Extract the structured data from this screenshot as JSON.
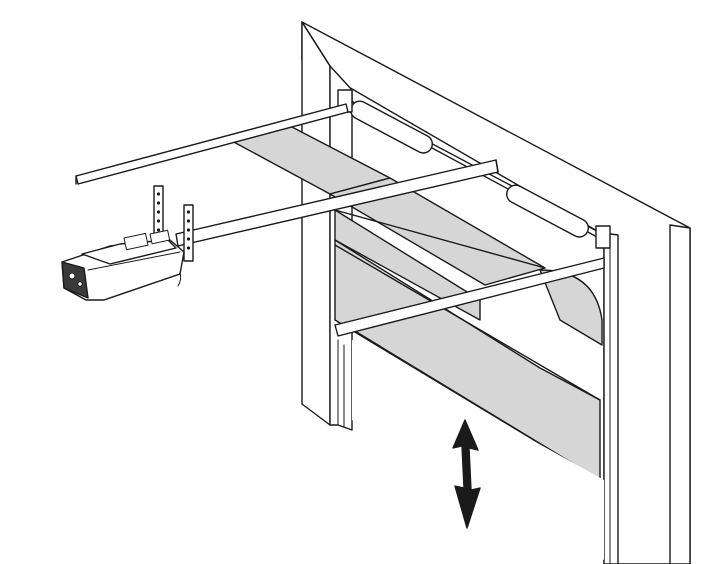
{
  "diagram": {
    "labels": [],
    "colors": {
      "line": "#1a1a1a",
      "panel": "#d6d6d6",
      "background": "#ffffff",
      "motor_dark": "#3a3a3a"
    },
    "parts": [
      "wall",
      "door-frame",
      "sectional-door",
      "torsion-spring-shaft",
      "horizontal-door-track",
      "opener-rail",
      "ceiling-brackets",
      "motor-unit",
      "up-down-arrow-icon"
    ]
  }
}
